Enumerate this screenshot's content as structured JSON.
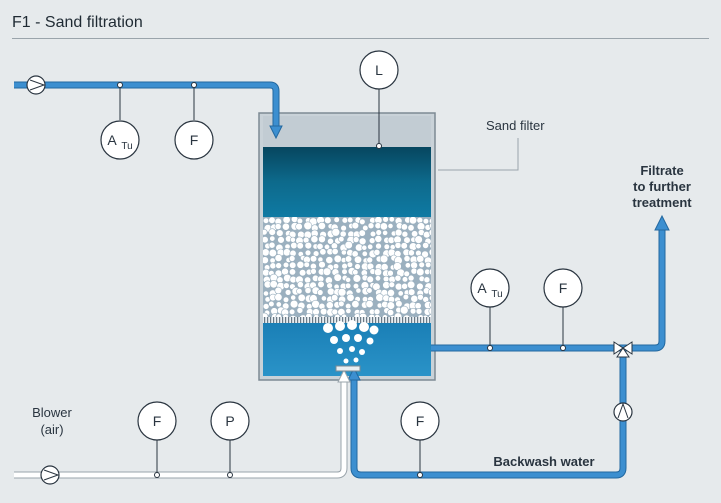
{
  "title": "F1 - Sand filtration",
  "labels": {
    "sand_filter": "Sand filter",
    "filtrate_line1": "Filtrate",
    "filtrate_line2": "to further",
    "filtrate_line3": "treatment",
    "blower_line1": "Blower",
    "blower_line2": "(air)",
    "backwash": "Backwash water"
  },
  "instruments": {
    "level": "L",
    "inlet_turbidity": "A",
    "inlet_turbidity_sub": "Tu",
    "inlet_flow": "F",
    "outlet_turbidity": "A",
    "outlet_turbidity_sub": "Tu",
    "outlet_flow": "F",
    "air_flow": "F",
    "air_pressure": "P",
    "backwash_flow": "F"
  },
  "colors": {
    "pipe": "#3c8fd0",
    "pipe_outline": "#23689f",
    "water_top": "#08506f",
    "water_mid": "#0d6e90",
    "water_bottom": "#1886bb",
    "air_pipe": "#ffffff",
    "vessel_wall": "#b9c3ca",
    "background": "#e6eaec"
  }
}
